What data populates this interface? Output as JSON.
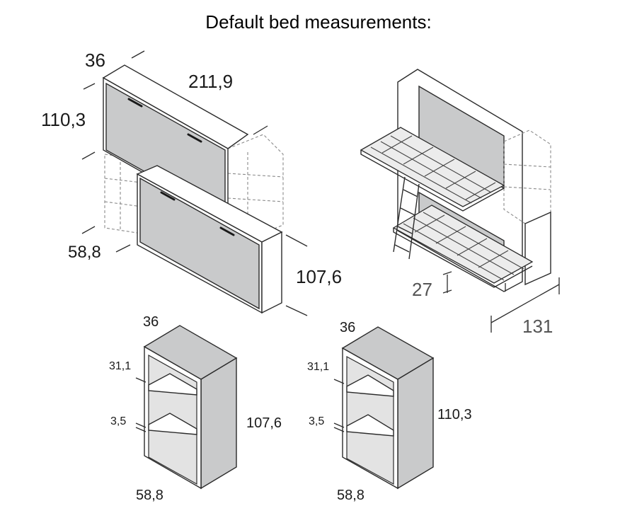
{
  "title": "Default bed measurements:",
  "bed_closed": {
    "depth": "36",
    "width": "211,9",
    "height_top": "110,3",
    "cabinet_depth": "58,8",
    "height_bottom": "107,6"
  },
  "bed_open": {
    "clearance": "27",
    "extension": "131"
  },
  "cabinet_left": {
    "depth": "36",
    "shelf_gap": "31,1",
    "shelf_thickness": "3,5",
    "height": "107,6",
    "width": "58,8"
  },
  "cabinet_right": {
    "depth": "36",
    "shelf_gap": "31,1",
    "shelf_thickness": "3,5",
    "height": "110,3",
    "width": "58,8"
  }
}
